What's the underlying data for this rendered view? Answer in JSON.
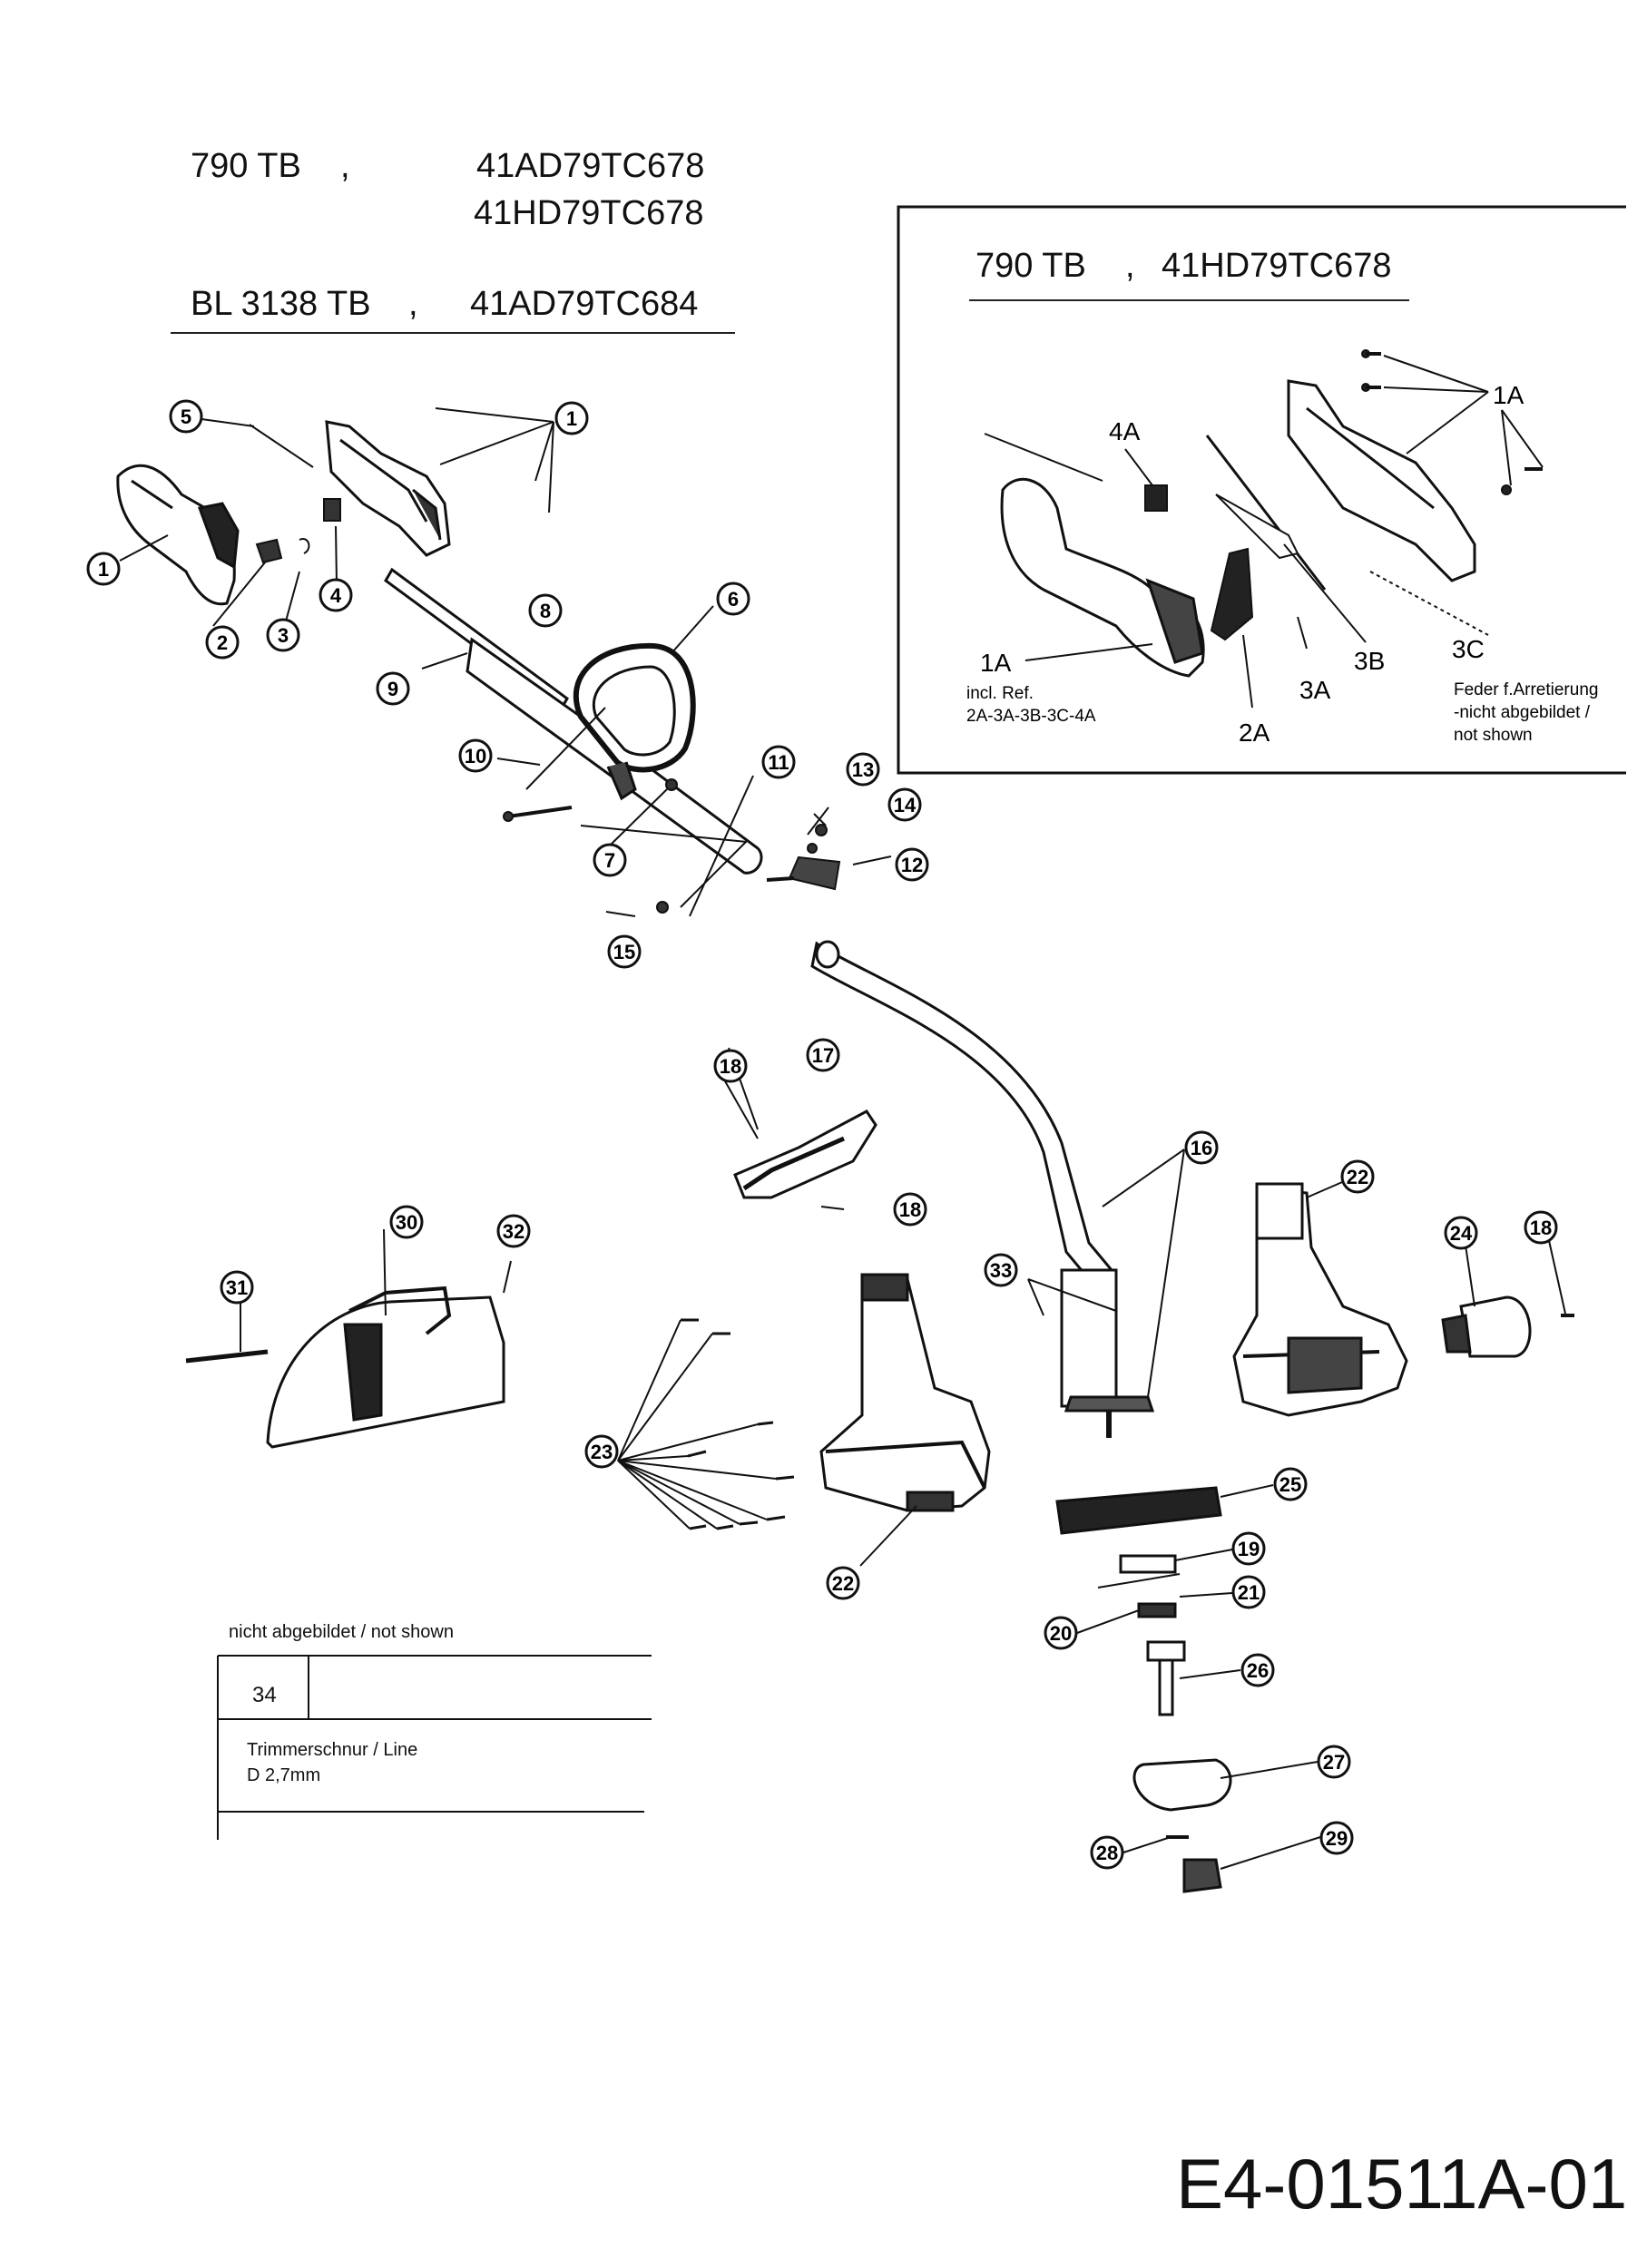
{
  "header": {
    "model_a": "790 TB",
    "sep_a": ",",
    "part_a1": "41AD79TC678",
    "part_a2": "41HD79TC678",
    "model_b": "BL 3138 TB",
    "sep_b": ",",
    "part_b": "41AD79TC684"
  },
  "inset": {
    "model": "790 TB",
    "sep": ",",
    "part": "41HD79TC678",
    "labels": {
      "l1a_top": "1A",
      "l4a": "4A",
      "l1a": "1A",
      "l3a": "3A",
      "l3b": "3B",
      "l3c": "3C",
      "l2a": "2A"
    },
    "incl_ref_line1": "incl. Ref.",
    "incl_ref_line2": "2A-3A-3B-3C-4A",
    "spring_note_line1": "Feder f.Arretierung",
    "spring_note_line2": "-nicht abgebildet /",
    "spring_note_line3": "not shown"
  },
  "callouts": [
    "1",
    "1",
    "2",
    "3",
    "4",
    "5",
    "6",
    "7",
    "8",
    "9",
    "10",
    "11",
    "12",
    "13",
    "14",
    "15",
    "16",
    "17",
    "18",
    "18",
    "18",
    "19",
    "20",
    "21",
    "22",
    "22",
    "23",
    "24",
    "25",
    "26",
    "27",
    "28",
    "29",
    "30",
    "31",
    "32",
    "33"
  ],
  "not_shown": {
    "title": "nicht abgebildet / not shown",
    "number": "34",
    "desc_line1": "Trimmerschnur / Line",
    "desc_line2": "D 2,7mm"
  },
  "doc_id": "E4-01511A-01"
}
